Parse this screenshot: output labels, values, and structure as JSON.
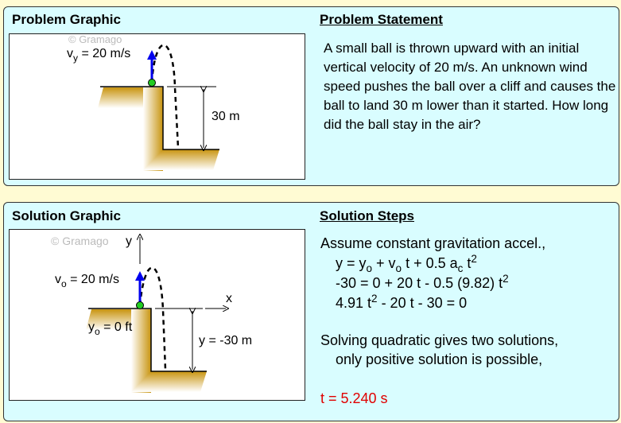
{
  "problem": {
    "graphic_title": "Problem Graphic",
    "statement_title": "Problem Statement",
    "statement": "A small ball is thrown upward with an initial vertical velocity of 20 m/s. An unknown wind speed pushes the ball over a  cliff and causes the ball to land 30 m lower than it started. How long did the ball stay in the air?",
    "watermark": "© Gramago",
    "vy_label": "v",
    "vy_sub": "y",
    "vy_value": "= 20 m/s",
    "height_label": "30 m"
  },
  "solution": {
    "graphic_title": "Solution Graphic",
    "steps_title": "Solution Steps",
    "watermark": "© Gramago",
    "y_axis": "y",
    "x_axis": "x",
    "vo_label": "v",
    "vo_sub": "o",
    "vo_value": "= 20 m/s",
    "yo_label": "y",
    "yo_sub": "o",
    "yo_value": "= 0 ft",
    "dy_label": "y = -30 m",
    "step1": "Assume constant gravitation accel.,",
    "eq1": {
      "a": "y = y",
      "b": "o",
      "c": " + v",
      "d": "o",
      "e": " t + 0.5 a",
      "f": "c",
      "g": " t",
      "h": "2"
    },
    "eq2": {
      "a": "-30 = 0 + 20 t - 0.5 (9.82) t",
      "b": "2"
    },
    "eq3": {
      "a": "4.91 t",
      "b": "2",
      "c": " - 20 t - 30 = 0"
    },
    "step2": "Solving quadratic gives two solutions,",
    "step3": "only positive solution is possible,",
    "answer": "t = 5.240 s"
  },
  "colors": {
    "answer": "#e00000",
    "arrow": "#0000ee",
    "ball": "#22cc22",
    "ground": "#c8940f"
  }
}
